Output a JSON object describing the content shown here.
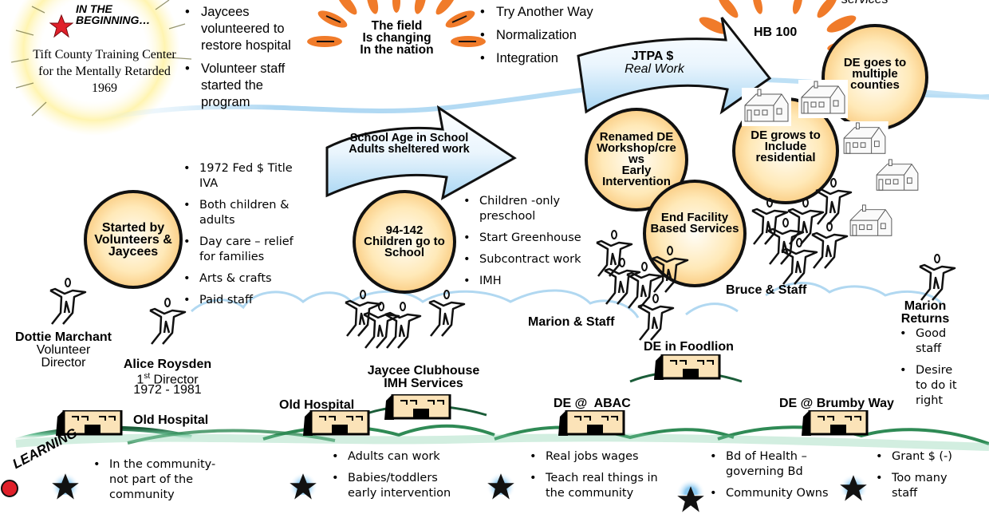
{
  "intro": {
    "title": "IN THE\nBEGINNING…",
    "subtitle": "Tift County Training Center\nfor the Mentally Retarded\n1969",
    "bullets": [
      "Jaycees volunteered to restore hospital",
      "Volunteer staff started the program"
    ]
  },
  "field_burst": {
    "label": "The field\nIs changing\nIn the nation",
    "bullets": [
      "Try Another Way",
      "Normalization",
      "Integration"
    ]
  },
  "hb_burst": {
    "label": "HB 100",
    "partial_text": "services"
  },
  "arrows": [
    {
      "label": "School Age in School\nAdults sheltered work"
    },
    {
      "label": "JTPA $",
      "sublabel": "Real Work"
    }
  ],
  "circles": [
    {
      "label": "Started by\nVolunteers &\nJaycees"
    },
    {
      "label": "94-142\nChildren go to\nSchool"
    },
    {
      "label": "Renamed DE\nWorkshop/cre\nws\nEarly\nIntervention"
    },
    {
      "label": "End Facility\nBased Services"
    },
    {
      "label": "DE grows to\nInclude\nresidential"
    },
    {
      "label": "DE goes to\nmultiple\ncounties"
    }
  ],
  "era1_bullets": [
    "1972 Fed $ Title IVA",
    "Both children & adults",
    "Day care – relief for families",
    "Arts & crafts",
    "Paid staff"
  ],
  "era2_bullets": [
    "Children -only preschool",
    "Start Greenhouse",
    "Subcontract work",
    "IMH"
  ],
  "people": {
    "dottie": {
      "name": "Dottie Marchant",
      "role": "Volunteer\nDirector"
    },
    "alice": {
      "name": "Alice Roysden",
      "role_prefix": "1",
      "role_sup": "st",
      "role_suffix": " Director",
      "years": "1972 - 1981"
    },
    "marion_staff": "Marion & Staff",
    "bruce_staff": "Bruce & Staff",
    "marion_returns": {
      "name": "Marion\nReturns",
      "bullets": [
        "Good staff",
        "Desire to do it right"
      ]
    }
  },
  "locations": [
    "Old Hospital",
    "Old Hospital",
    "Jaycee Clubhouse\nIMH Services",
    "DE in Foodlion",
    "DE @  ABAC",
    "DE @ Brumby Way"
  ],
  "learning": {
    "label": "LEARNING",
    "columns": [
      [
        "In the community-not part of the community"
      ],
      [
        "Adults can work",
        "Babies/toddlers early intervention"
      ],
      [
        "Real jobs wages",
        "Teach real things in the community"
      ],
      [
        "Bd of Health – governing Bd",
        "Community Owns"
      ],
      [
        "Grant $ (-)",
        "Too many staff"
      ]
    ]
  },
  "colors": {
    "circle_fill": "#f6b14f",
    "burst_orange": "#f07b2a",
    "hill_green": "#2f8a55",
    "sky_blue": "#a9d4f0",
    "star_red": "#e0202a",
    "building_fill": "#fbe3b8"
  }
}
